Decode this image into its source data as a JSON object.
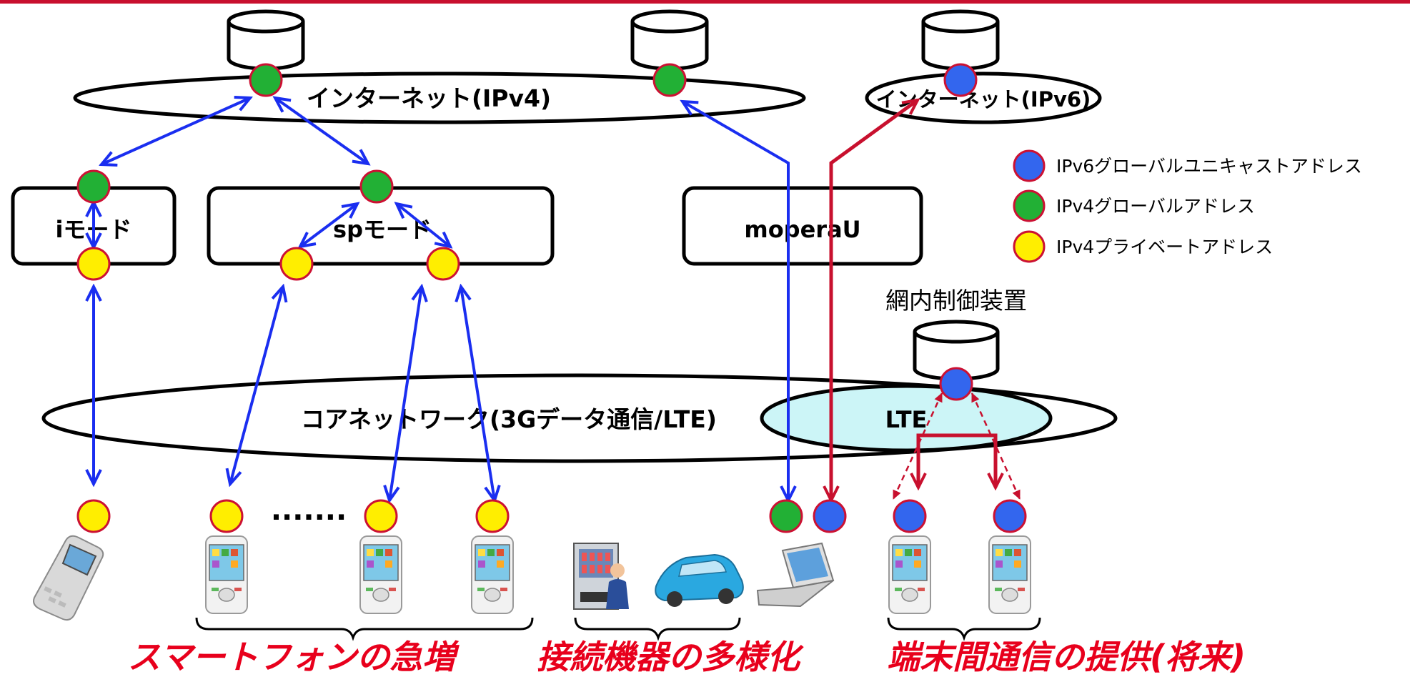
{
  "networks": {
    "internet_v4": "インターネット(IPv4)",
    "internet_v6": "インターネット(IPv6)",
    "core": "コアネットワーク(3Gデータ通信/LTE)",
    "lte": "LTE"
  },
  "services": {
    "imode": "iモード",
    "spmode": "spモード",
    "moperau": "moperaU"
  },
  "control_device": "網内制御装置",
  "ellipsis": ".......",
  "legend": [
    {
      "label": "IPv6グローバルユニキャストアドレス",
      "color": "#3366ee"
    },
    {
      "label": "IPv4グローバルアドレス",
      "color": "#22b035"
    },
    {
      "label": "IPv4プライベートアドレス",
      "color": "#ffee00"
    }
  ],
  "captions": {
    "smartphone": "スマートフォンの急増",
    "devices": "接続機器の多様化",
    "p2p": "端末間通信の提供(将来)"
  },
  "colors": {
    "top_rule": "#c8102e",
    "arrow_blue": "#1a2ef0",
    "arrow_red": "#c8102e",
    "node_border": "#cc1133",
    "lte_fill": "#ccf5f7",
    "caption": "#e8001c"
  }
}
